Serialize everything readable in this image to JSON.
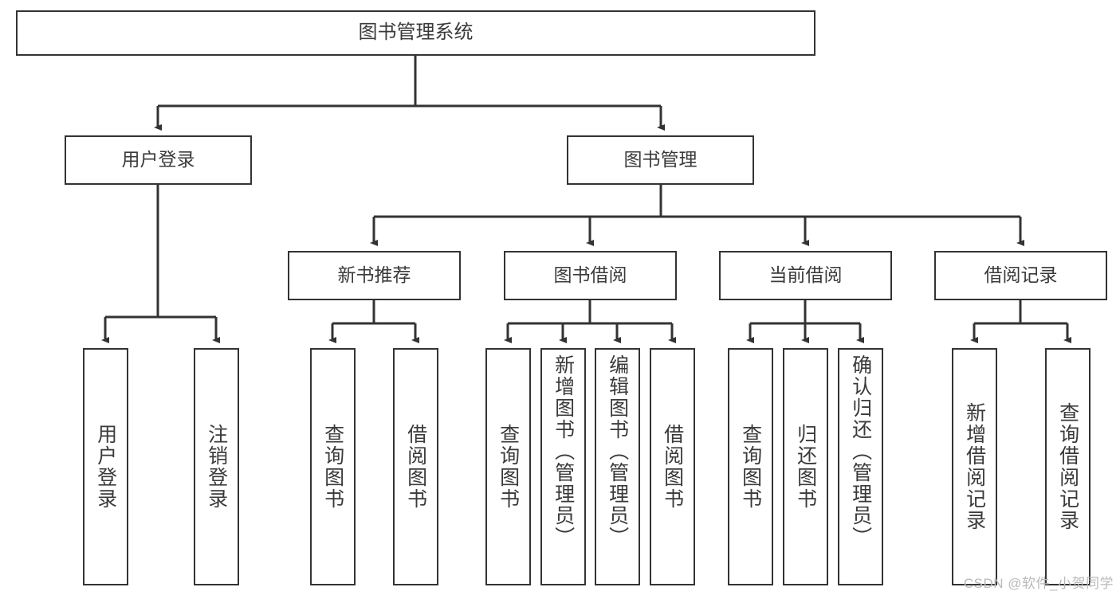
{
  "diagram": {
    "title": "图书管理系统",
    "type": "tree",
    "colors": {
      "box_border": "#333333",
      "box_fill": "#ffffff",
      "text": "#3a3a3a",
      "connector": "#333333",
      "watermark": "#b9b9b9"
    },
    "nodes": {
      "root": {
        "label": "图书管理系统"
      },
      "level2": [
        {
          "label": "用户登录"
        },
        {
          "label": "图书管理"
        }
      ],
      "level3": [
        {
          "label": "新书推荐"
        },
        {
          "label": "图书借阅"
        },
        {
          "label": "当前借阅"
        },
        {
          "label": "借阅记录"
        }
      ],
      "leaves": {
        "user_login": [
          {
            "label": "用户登录"
          },
          {
            "label": "注销登录"
          }
        ],
        "new_book_recommend": [
          {
            "label": "查询图书"
          },
          {
            "label": "借阅图书"
          }
        ],
        "book_borrow": [
          {
            "label": "查询图书"
          },
          {
            "label": "新增图书（管理员）"
          },
          {
            "label": "编辑图书（管理员）"
          },
          {
            "label": "借阅图书"
          }
        ],
        "current_borrow": [
          {
            "label": "查询图书"
          },
          {
            "label": "归还图书"
          },
          {
            "label": "确认归还（管理员）"
          }
        ],
        "borrow_record": [
          {
            "label": "新增借阅记录"
          },
          {
            "label": "查询借阅记录"
          }
        ]
      }
    },
    "watermark": "CSDN @软件_小贺同学"
  }
}
